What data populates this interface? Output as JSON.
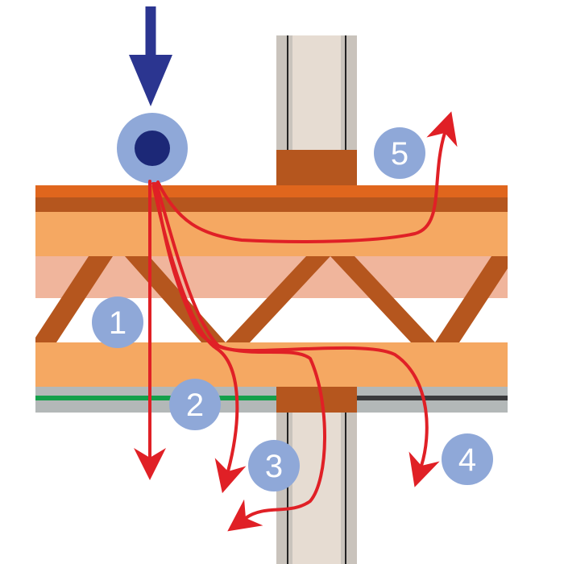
{
  "colors": {
    "background": "#ffffff",
    "input_arrow": "#2b3590",
    "source_outer": "#8fa8d8",
    "source_inner": "#1c2877",
    "paths": "#e02026",
    "label_circle": "#8fa8d8",
    "label_text": "#ffffff",
    "floor_top_dark": "#e0661d",
    "floor_top": "#b5561e",
    "joist_chord": "#f5a862",
    "joist_web": "#b5561e",
    "cavity_band": "#f0b59c",
    "ceiling_layer": "#b3b8b8",
    "ceiling_strip_left": "#13a04a",
    "ceiling_strip_right": "#3a3a3c",
    "column_outer": "#c9c3bc",
    "column_inner": "#e6dcd2",
    "column_line": "#222222",
    "column_block": "#b5561e"
  },
  "icons": {
    "input": "down-arrow-icon",
    "source": "impact-source-icon"
  },
  "paths": [
    {
      "id": "path-1",
      "label": "1"
    },
    {
      "id": "path-2",
      "label": "2"
    },
    {
      "id": "path-3",
      "label": "3"
    },
    {
      "id": "path-4",
      "label": "4"
    },
    {
      "id": "path-5",
      "label": "5"
    }
  ]
}
